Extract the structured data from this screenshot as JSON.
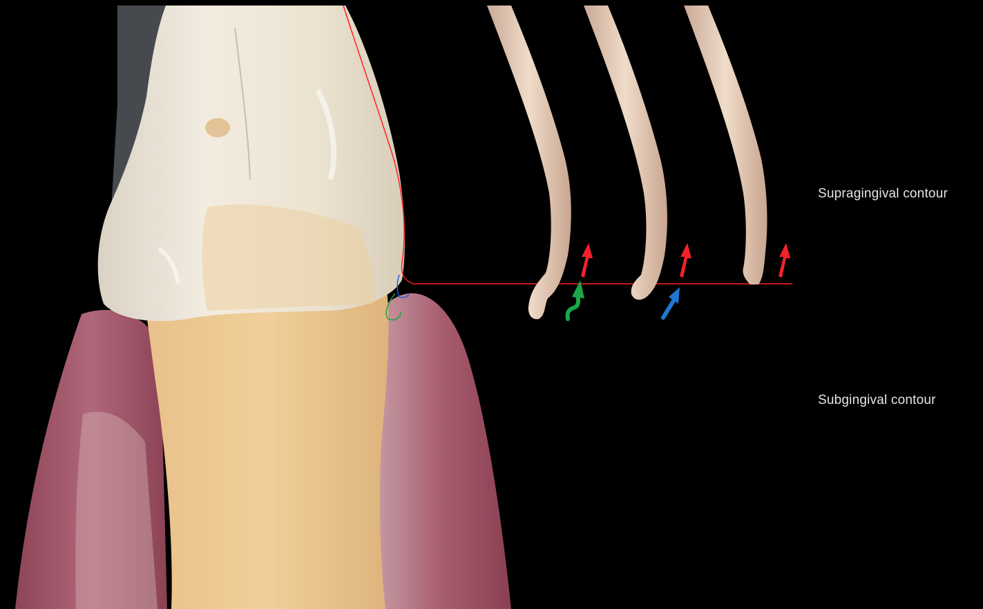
{
  "labels": {
    "supragingival": "Supragingival contour",
    "subgingival": "Subgingival contour"
  },
  "colors": {
    "background": "#000000",
    "gingiva": "#a2566a",
    "tooth_enamel": "#efe6d6",
    "tooth_root": "#ecc58d",
    "probe": "#e5cdb9",
    "reference_line": "#ff2020",
    "arrow_red": "#f2222a",
    "arrow_green": "#1aa84a",
    "arrow_blue": "#1f78d0",
    "outline_blue": "#2860d8",
    "outline_green": "#22a040"
  },
  "probes": [
    {
      "name": "probe-1",
      "arrow": "green-curved"
    },
    {
      "name": "probe-2",
      "arrow": "blue-diagonal"
    },
    {
      "name": "probe-3",
      "arrow": "none"
    }
  ]
}
